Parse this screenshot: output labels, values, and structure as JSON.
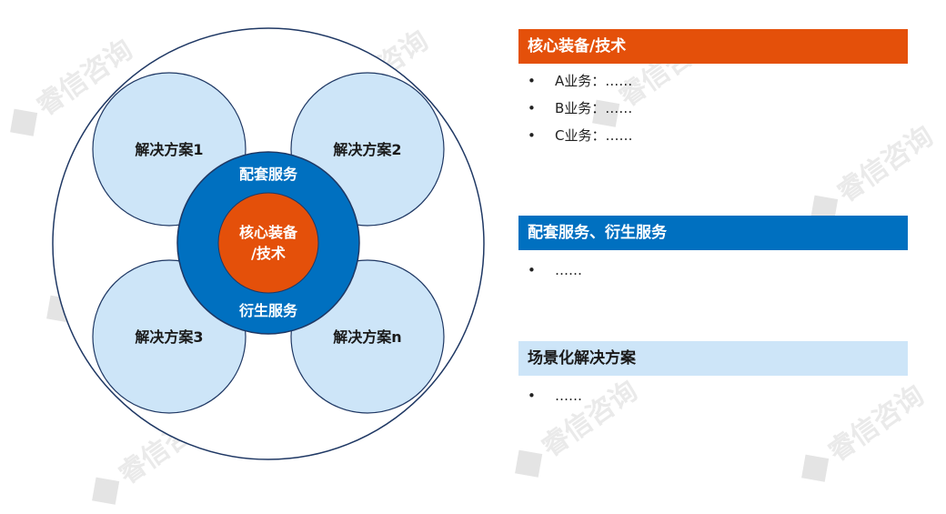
{
  "watermark": "睿信咨询",
  "diagram": {
    "solutions": [
      "解决方案1",
      "解决方案2",
      "解决方案3",
      "解决方案n"
    ],
    "ring_top": "配套服务",
    "ring_bottom": "衍生服务",
    "core_line1": "核心装备",
    "core_line2": "/技术"
  },
  "panels": {
    "core": {
      "title": "核心装备/技术",
      "bullets": [
        "A业务：……",
        "B业务：……",
        "C业务：……"
      ]
    },
    "services": {
      "title": "配套服务、衍生服务",
      "bullets": [
        "……"
      ]
    },
    "scenario": {
      "title": "场景化解决方案",
      "bullets": [
        "……"
      ]
    }
  },
  "colors": {
    "core_orange": "#e4500a",
    "ring_blue": "#0070c0",
    "light_blue": "#cde5f8",
    "outline_navy": "#1f3864"
  },
  "bullet_symbol": "•"
}
